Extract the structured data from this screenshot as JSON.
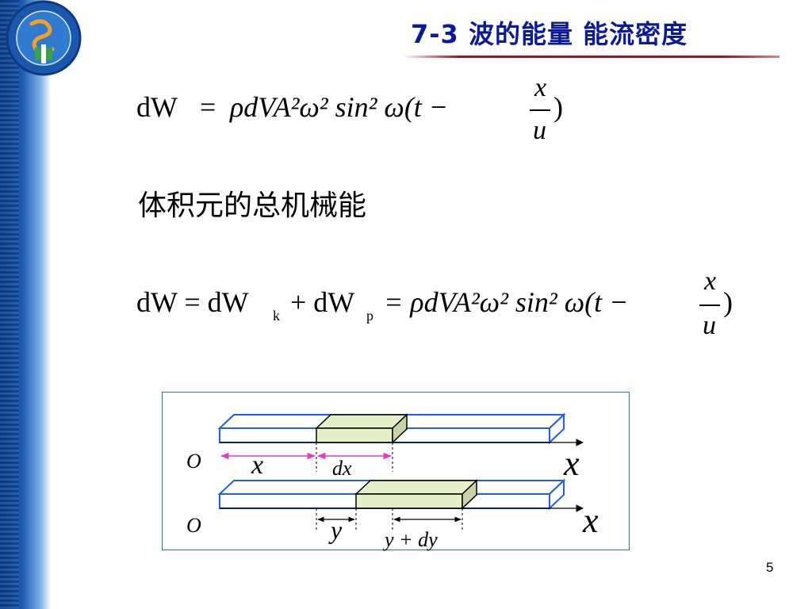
{
  "slide": {
    "title": "7-3 波的能量 能流密度",
    "page_number": "5"
  },
  "formula1": {
    "dW": "dW",
    "eq": "=",
    "body": "ρdVA²ω² sin² ω(t −",
    "frac_num": "x",
    "frac_den": "u",
    "close": ")"
  },
  "heading": "体积元的总机械能",
  "formula2": {
    "lhs": "dW = dW",
    "k": "k",
    "plus": "+ dW",
    "p": "p",
    "body": "= ρdVA²ω² sin² ω(t −",
    "frac_num": "x",
    "frac_den": "u",
    "close": ")"
  },
  "figure": {
    "origin_top": "O",
    "origin_bottom": "O",
    "label_x": "x",
    "label_dx": "dx",
    "axis_top": "x",
    "axis_bottom": "x",
    "label_y": "y",
    "label_y_dy": "y + dy"
  },
  "colors": {
    "title": "#0a1a9a",
    "rod_edge": "#1e5ee8",
    "element_fill": "#e6f0c8",
    "dim_arrow": "#e040c0",
    "frame": "#2e7d8a"
  }
}
